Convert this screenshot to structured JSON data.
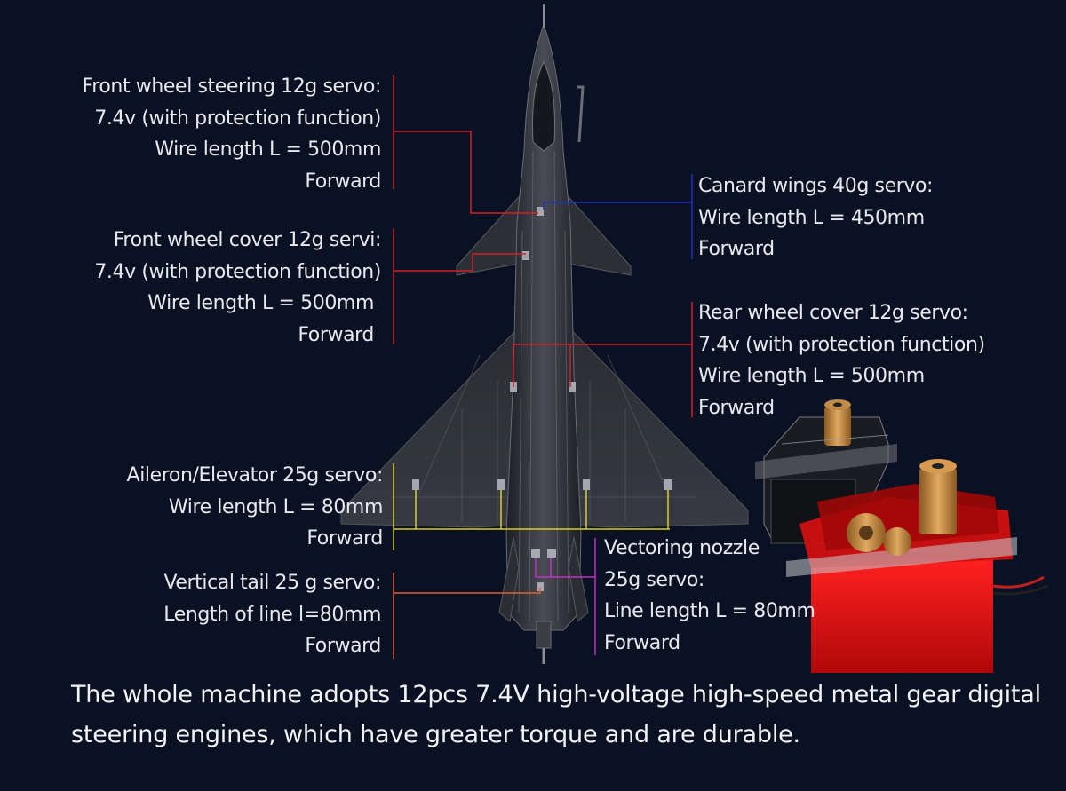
{
  "labels": {
    "front_wheel_steering": [
      "Front wheel steering 12g servo:",
      "7.4v (with protection function)",
      "Wire length L = 500mm",
      "Forward"
    ],
    "front_wheel_cover": [
      "Front wheel cover 12g servi:",
      "7.4v (with protection function)",
      "Wire length L = 500mm",
      "Forward"
    ],
    "aileron_elevator": [
      "Aileron/Elevator 25g servo:",
      "Wire length L = 80mm",
      "Forward"
    ],
    "vertical_tail": [
      "Vertical tail 25 g servo:",
      "Length of line l=80mm",
      "Forward"
    ],
    "canard_wings": [
      "Canard wings 40g servo:",
      "Wire length L = 450mm",
      "Forward"
    ],
    "rear_wheel_cover": [
      "Rear wheel cover 12g servo:",
      "7.4v (with protection function)",
      "Wire length L = 500mm",
      "Forward"
    ],
    "vectoring_nozzle": [
      "Vectoring nozzle",
      "25g servo:",
      "Line length L = 80mm",
      "Forward"
    ]
  },
  "caption": [
    "The whole machine adopts 12pcs 7.4V high-voltage high-speed metal gear digital",
    "steering engines, which have greater torque and are durable."
  ],
  "colors": {
    "background": "#0a1122",
    "front_wheel_steering_leader": "#d0202a",
    "front_wheel_cover_leader": "#d0202a",
    "rear_wheel_cover_leader": "#d0202a",
    "canard_leader": "#2030c0",
    "aileron_leader": "#d8d020",
    "vertical_tail_leader": "#e06030",
    "vectoring_leader": "#c030c0",
    "servo_red": "#e01010"
  }
}
